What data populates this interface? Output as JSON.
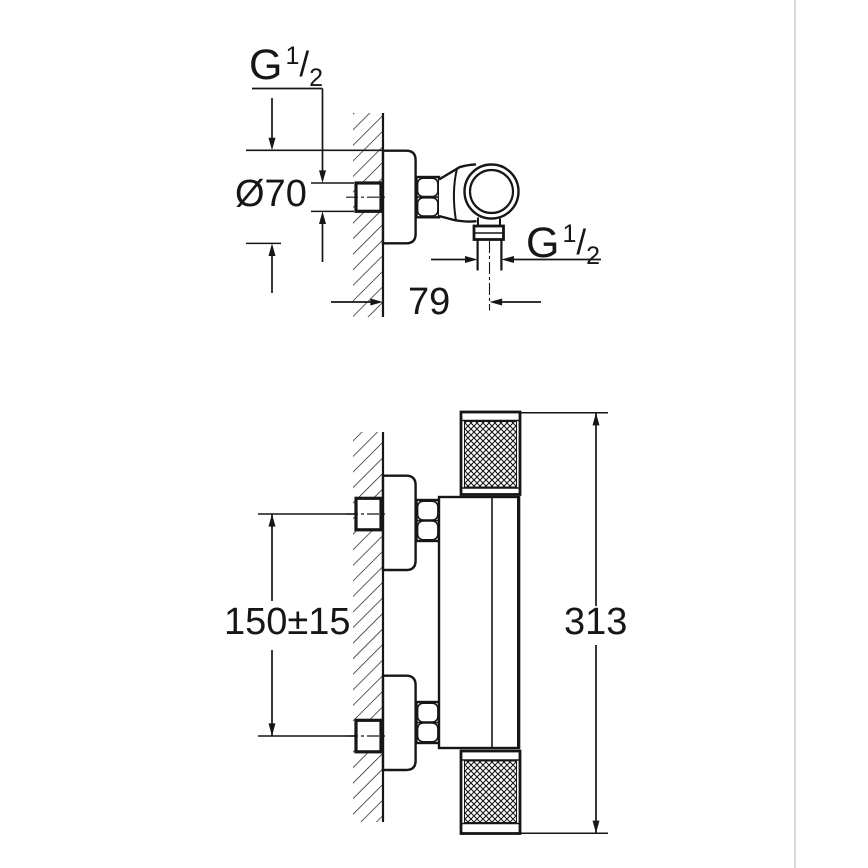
{
  "drawing": {
    "title": "thermostatic shower mixer installation dimensions",
    "colors": {
      "line": "#161616",
      "background": "#ffffff",
      "artifact_line": "#b5b5b5"
    },
    "top_view": {
      "wall_thread_label": {
        "prefix": "G",
        "numerator": "1",
        "slash": "/",
        "denominator": "2"
      },
      "escutcheon_diameter_label": "Ø70",
      "wall_to_outlet_label": "79",
      "outlet_thread_label": {
        "prefix": "G",
        "numerator": "1",
        "slash": "/",
        "denominator": "2"
      }
    },
    "front_view": {
      "connection_spacing_label": "150±15",
      "overall_length_label": "313"
    }
  }
}
